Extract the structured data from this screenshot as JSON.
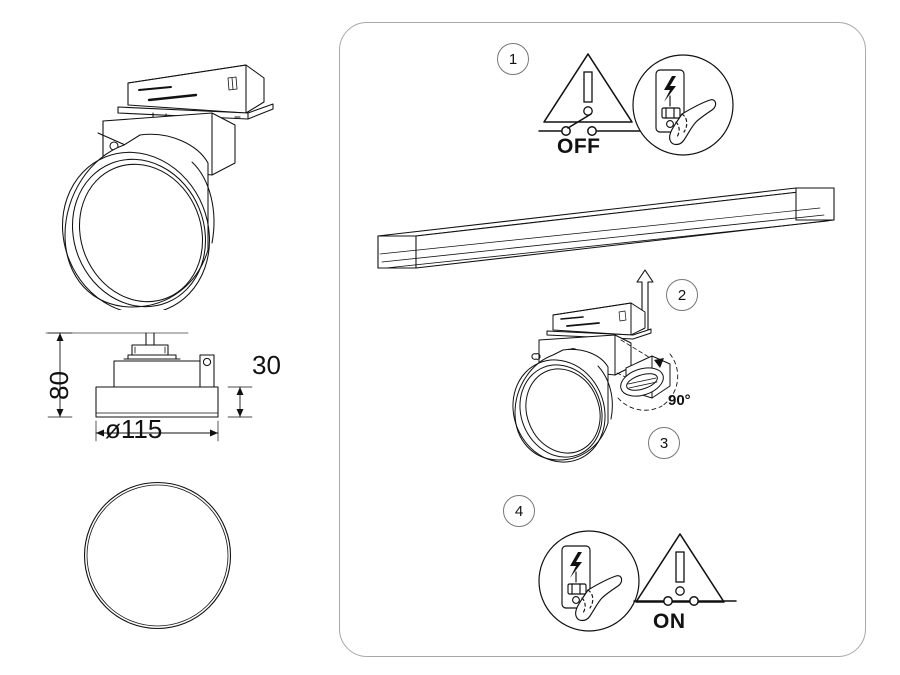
{
  "document": {
    "type": "installation-diagram",
    "product": "track-mounted round spotlight",
    "line_color": "#111111",
    "panel_border_color": "#a8a8a8"
  },
  "dimensions": {
    "height_label": "80",
    "depth_label": "30",
    "diameter_label": "ø115"
  },
  "views": {
    "isometric_label": "",
    "side_label": "",
    "bottom_label": ""
  },
  "instructions": {
    "steps": [
      {
        "number": "1",
        "power_label": "OFF",
        "switch_state": "open",
        "warning": "warning-triangle",
        "detail": "hand-toggling-breaker"
      },
      {
        "number": "2",
        "action": "insert-into-track",
        "arrow": "up-arrow"
      },
      {
        "number": "3",
        "action": "rotate-to-lock",
        "angle_label": "90°"
      },
      {
        "number": "4",
        "power_label": "ON",
        "switch_state": "closed",
        "warning": "warning-triangle",
        "detail": "hand-toggling-breaker"
      }
    ]
  }
}
